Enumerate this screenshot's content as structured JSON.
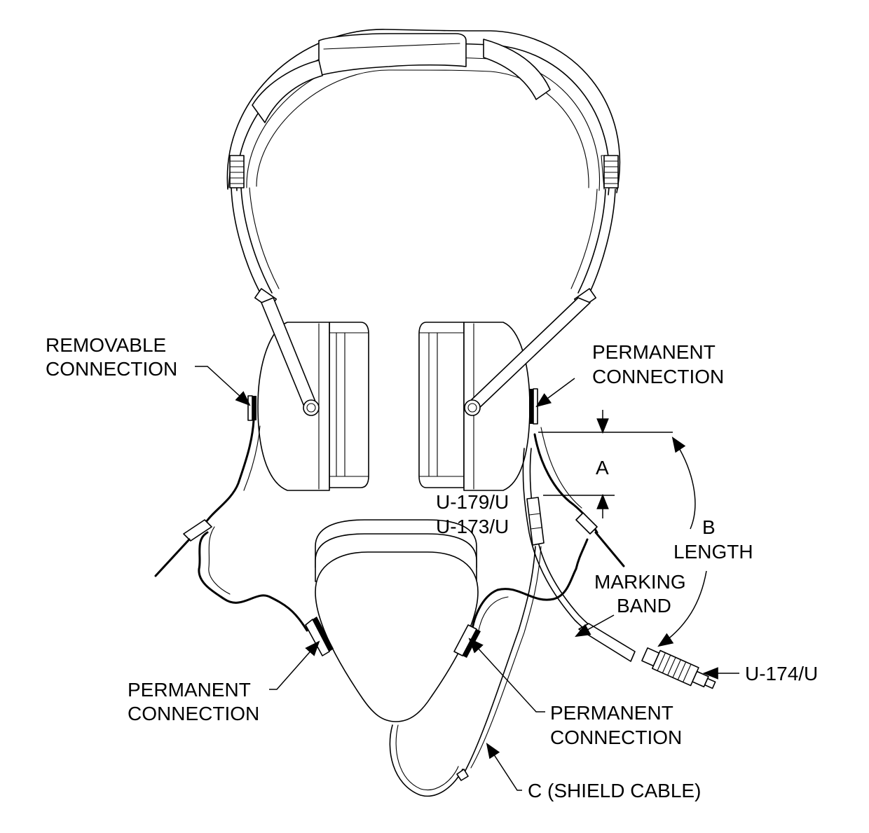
{
  "labels": {
    "removable_connection": [
      "REMOVABLE",
      "CONNECTION"
    ],
    "permanent_connection_top_right": [
      "PERMANENT",
      "CONNECTION"
    ],
    "dimension_a": "A",
    "plug_u179": "U-179/U",
    "plug_u173": "U-173/U",
    "dimension_b": [
      "B",
      "LENGTH"
    ],
    "marking_band": [
      "MARKING",
      "BAND"
    ],
    "plug_u174": "U-174/U",
    "permanent_connection_lower_left": [
      "PERMANENT",
      "CONNECTION"
    ],
    "permanent_connection_lower_center": [
      "PERMANENT",
      "CONNECTION"
    ],
    "shield_cable": "C  (SHIELD CABLE)"
  }
}
